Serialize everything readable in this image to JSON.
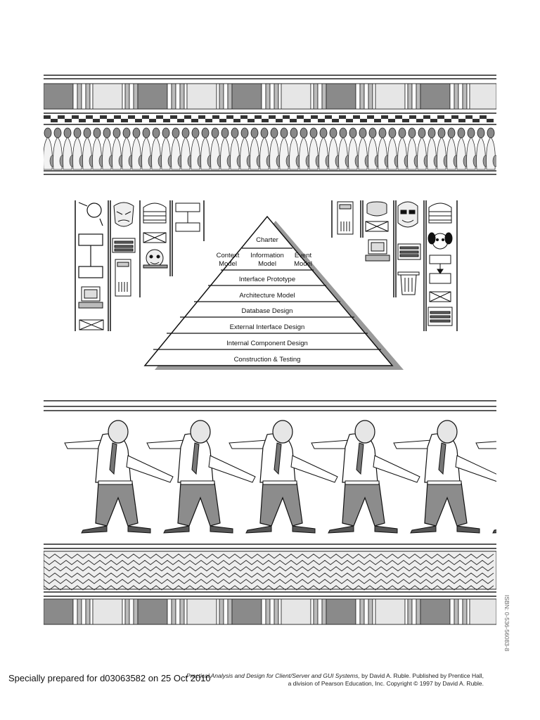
{
  "pyramid": {
    "top": "Charter",
    "models": [
      {
        "line1": "Context",
        "line2": "Model"
      },
      {
        "line1": "Information",
        "line2": "Model"
      },
      {
        "line1": "Event",
        "line2": "Model"
      }
    ],
    "layers": [
      "Interface Prototype",
      "Architecture Model",
      "Database Design",
      "External Interface Design",
      "Internal Component Design",
      "Construction & Testing"
    ]
  },
  "footer": {
    "stamp": "Specially prepared for d03063582 on 25 Oct 2010",
    "credit_italic": "Practical Analysis and Design for Client/Server and GUI Systems,",
    "credit_rest": " by David A. Ruble. Published by Prentice Hall,",
    "credit_line2": "a division of Pearson Education, Inc. Copyright © 1997 by David A. Ruble.",
    "isbn": "ISBN: 0-536-56083-8"
  }
}
